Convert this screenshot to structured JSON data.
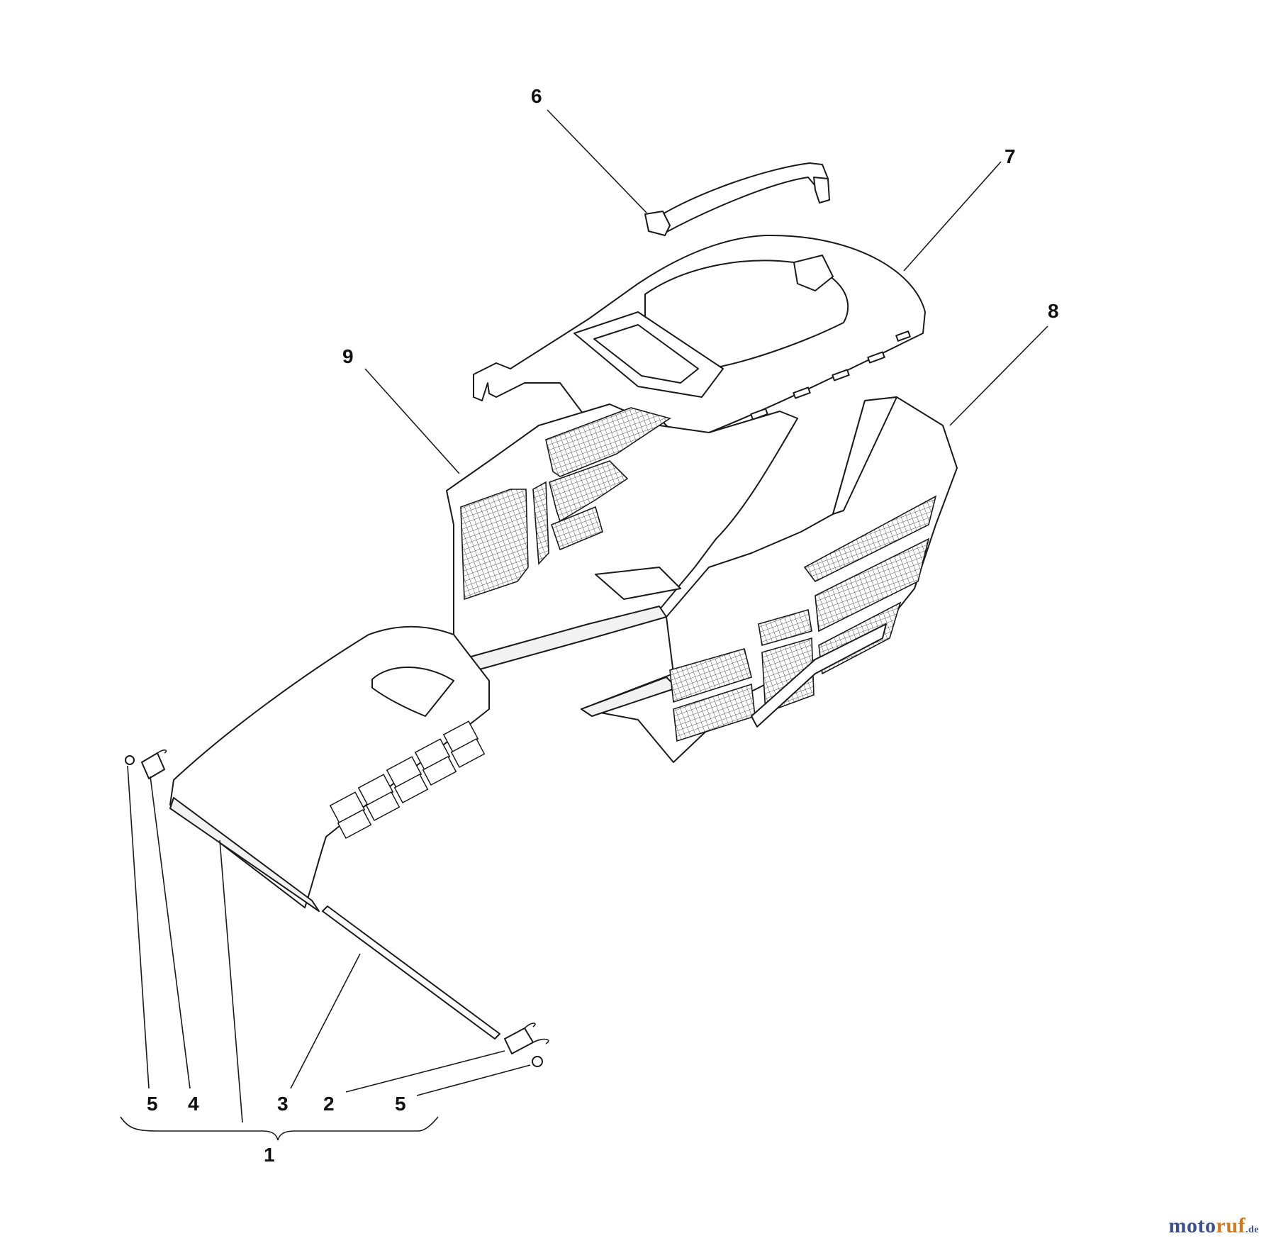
{
  "diagram": {
    "callouts": [
      {
        "id": "6",
        "label": "6"
      },
      {
        "id": "7",
        "label": "7"
      },
      {
        "id": "8",
        "label": "8"
      },
      {
        "id": "9",
        "label": "9"
      },
      {
        "id": "5a",
        "label": "5"
      },
      {
        "id": "4",
        "label": "4"
      },
      {
        "id": "3",
        "label": "3"
      },
      {
        "id": "2",
        "label": "2"
      },
      {
        "id": "5b",
        "label": "5"
      },
      {
        "id": "1",
        "label": "1"
      }
    ]
  },
  "watermark": {
    "part_a": "moto",
    "part_b": "ruf",
    "part_c": ".de"
  },
  "colors": {
    "line": "#1a1a1a",
    "watermark_blue": "#3b4f8f",
    "watermark_orange": "#d07a1e"
  }
}
